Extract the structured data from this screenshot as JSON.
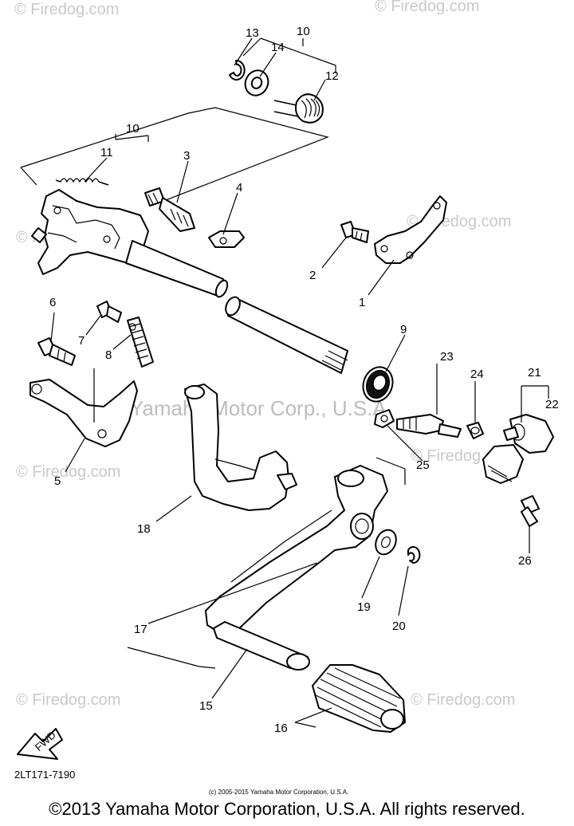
{
  "watermarks": {
    "brand": "© Firedog.com",
    "center": "Yamaha Motor Corp., U.S.A."
  },
  "drawing_code": "2LT171-7190",
  "fwd_label": "FWD",
  "small_copyright": "(c) 2005-2015 Yamaha Motor Corporation, U.S.A.",
  "footer_copyright": "©2013 Yamaha Motor Corporation, U.S.A. All rights reserved.",
  "callouts": [
    "1",
    "2",
    "3",
    "4",
    "5",
    "6",
    "7",
    "8",
    "9",
    "10",
    "10",
    "11",
    "12",
    "13",
    "14",
    "15",
    "16",
    "17",
    "18",
    "19",
    "20",
    "21",
    "22",
    "23",
    "24",
    "25",
    "26"
  ],
  "colors": {
    "ink": "#000000",
    "watermark": "#c9c9c9",
    "background": "#ffffff"
  }
}
